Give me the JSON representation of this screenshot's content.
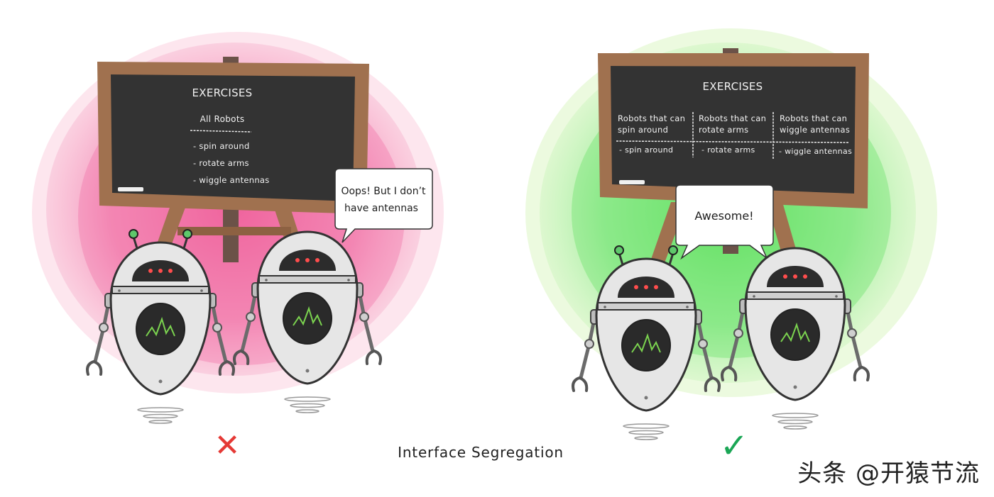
{
  "left_panel": {
    "board_title": "EXERCISES",
    "board_heading": "All Robots",
    "board_items": [
      "- spin around",
      "- rotate arms",
      "- wiggle antennas"
    ],
    "speech": [
      "Oops! But I don’t",
      "have antennas"
    ],
    "verdict": "✕",
    "verdict_color": "#e53935"
  },
  "right_panel": {
    "board_title": "EXERCISES",
    "columns": [
      {
        "header": [
          "Robots that can",
          "spin around"
        ],
        "item": "- spin around"
      },
      {
        "header": [
          "Robots that can",
          "rotate arms"
        ],
        "item": "- rotate arms"
      },
      {
        "header": [
          "Robots that can",
          "wiggle antennas"
        ],
        "item": "- wiggle antennas"
      }
    ],
    "speech": "Awesome!",
    "verdict": "✓",
    "verdict_color": "#1aa655"
  },
  "caption": "Interface Segregation",
  "watermark": "头条 @开猿节流",
  "colors": {
    "left_blob": "#f07aa6",
    "right_blob": "#7ee87e",
    "board_frame": "#a0714f",
    "board_surface": "#333333"
  }
}
